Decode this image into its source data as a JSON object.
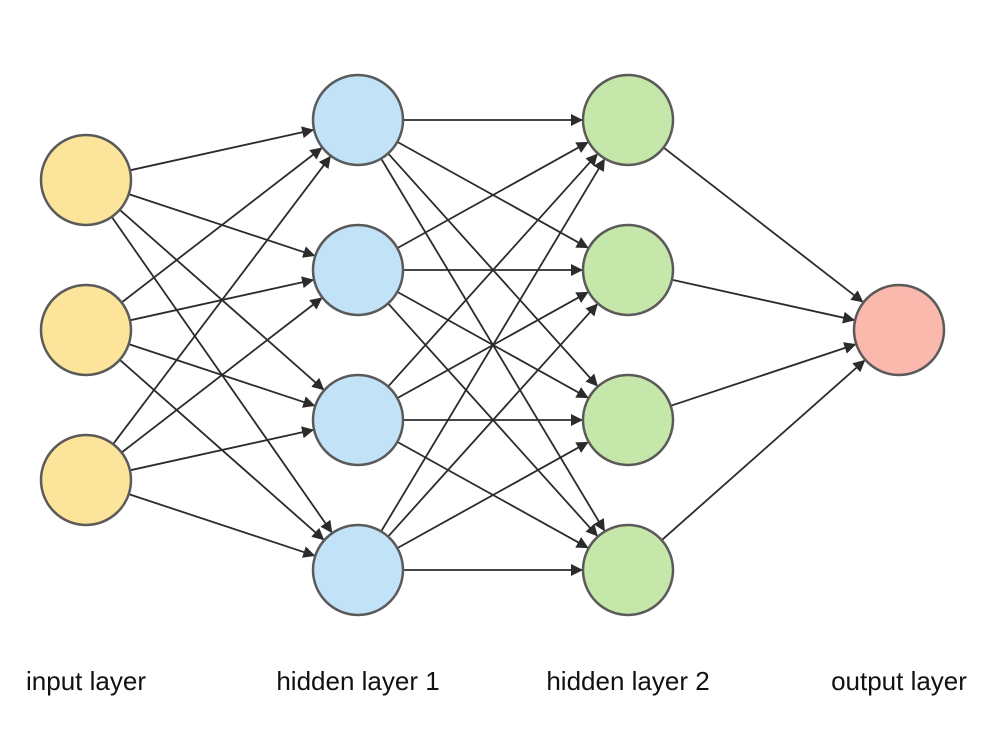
{
  "diagram": {
    "layers": [
      {
        "label": "input layer",
        "nodes": 3,
        "color": "#fce49a"
      },
      {
        "label": "hidden layer 1",
        "nodes": 4,
        "color": "#c2e3f7"
      },
      {
        "label": "hidden layer 2",
        "nodes": 4,
        "color": "#c6e7aa"
      },
      {
        "label": "output layer",
        "nodes": 1,
        "color": "#fbb8ad"
      }
    ],
    "edge_color": "#2b2b2b",
    "node_stroke": "#5a5a5a",
    "connectivity": "fully-connected",
    "arrowheads": true
  }
}
